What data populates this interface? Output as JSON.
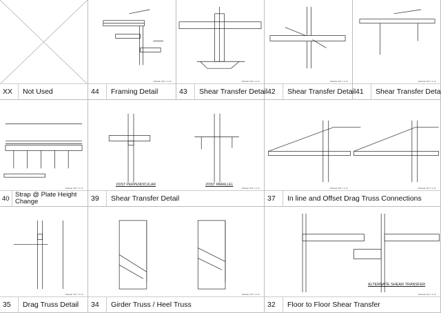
{
  "scale_label": "SCALE: 3/4\" = 1'-0\"",
  "details": [
    {
      "number": "XX",
      "title": "Not Used"
    },
    {
      "number": "44",
      "title": "Framing Detail"
    },
    {
      "number": "43",
      "title": "Shear Transfer Detail"
    },
    {
      "number": "42",
      "title": "Shear Transfer Detail"
    },
    {
      "number": "41",
      "title": "Shear Transfer Detail"
    },
    {
      "number": "40",
      "title": "Strap @ Plate Height Change"
    },
    {
      "number": "39",
      "title": "Shear Transfer Detail",
      "subtitles": [
        "JOIST PERPENDICULAR",
        "JOIST PARALLEL"
      ]
    },
    {
      "number": "37",
      "title": "In line and Offset Drag Truss Connections"
    },
    {
      "number": "35",
      "title": "Drag Truss Detail"
    },
    {
      "number": "34",
      "title": "Girder Truss / Heel Truss"
    },
    {
      "number": "32",
      "title": "Floor to Floor Shear Transfer",
      "subtitles": [
        "ALTERNATE SHEAR TRANSFER"
      ]
    }
  ]
}
